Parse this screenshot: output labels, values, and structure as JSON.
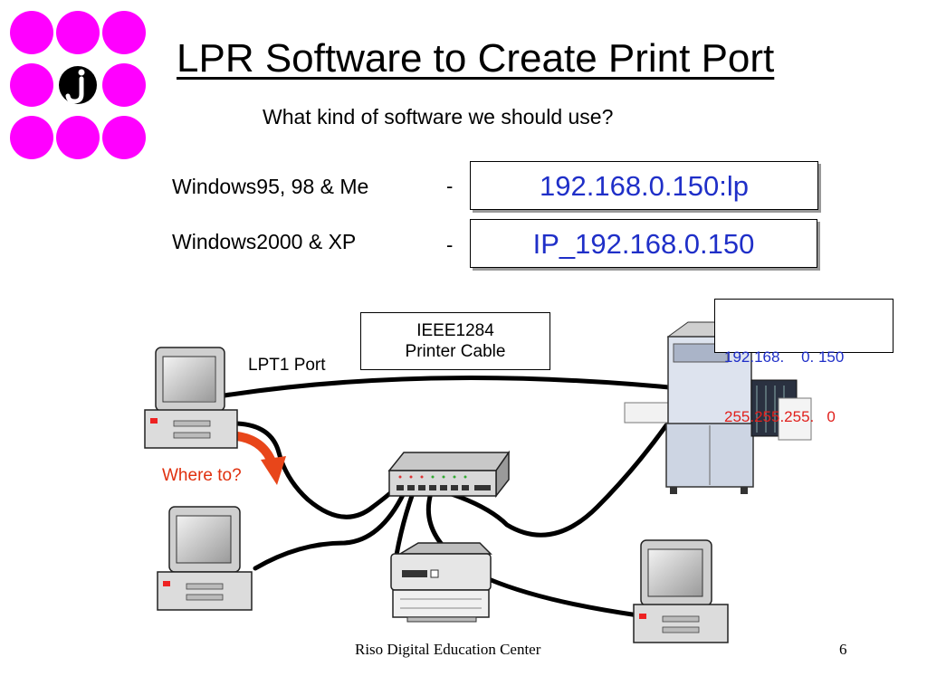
{
  "slide": {
    "title": "LPR Software to Create Print Port",
    "subtitle": "What kind of software we should use?"
  },
  "ports": [
    {
      "os": "Windows95, 98 & Me",
      "dash": "-",
      "port": "192.168.0.150:lp"
    },
    {
      "os": "Windows2000 & XP",
      "dash": "-",
      "port": "IP_192.168.0.150"
    }
  ],
  "diagram": {
    "cable_line1": "IEEE1284",
    "cable_line2": "Printer Cable",
    "lpt_label": "LPT1 Port",
    "where_label": "Where to?",
    "ip_line1": "192.168.    0. 150",
    "ip_line2": "255.255.255.   0"
  },
  "footer": {
    "text": "Riso Digital Education Center",
    "page": "6"
  },
  "colors": {
    "logo_dots": "#ff00ff",
    "port_text": "#1f2fc8",
    "accent_red": "#e0201c"
  }
}
